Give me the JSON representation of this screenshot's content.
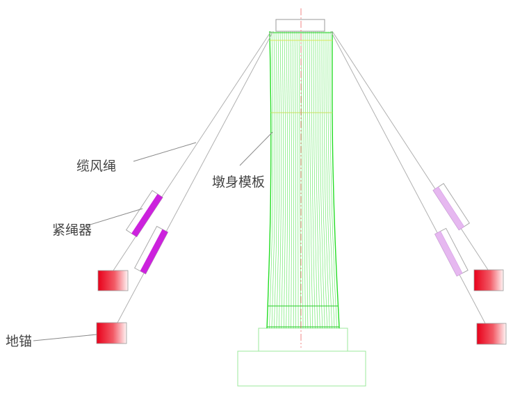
{
  "labels": {
    "guy_rope": "缆风绳",
    "pier_formwork": "墩身模板",
    "tensioner": "紧绳器",
    "ground_anchor": "地锚"
  },
  "colors": {
    "formwork": "#22dd22",
    "tensioner_left": "#cc22dd",
    "tensioner_right": "#e6b8f0",
    "anchor": "#ee1111",
    "cable": "#aaaaaa",
    "centerline": "#ee4444"
  }
}
